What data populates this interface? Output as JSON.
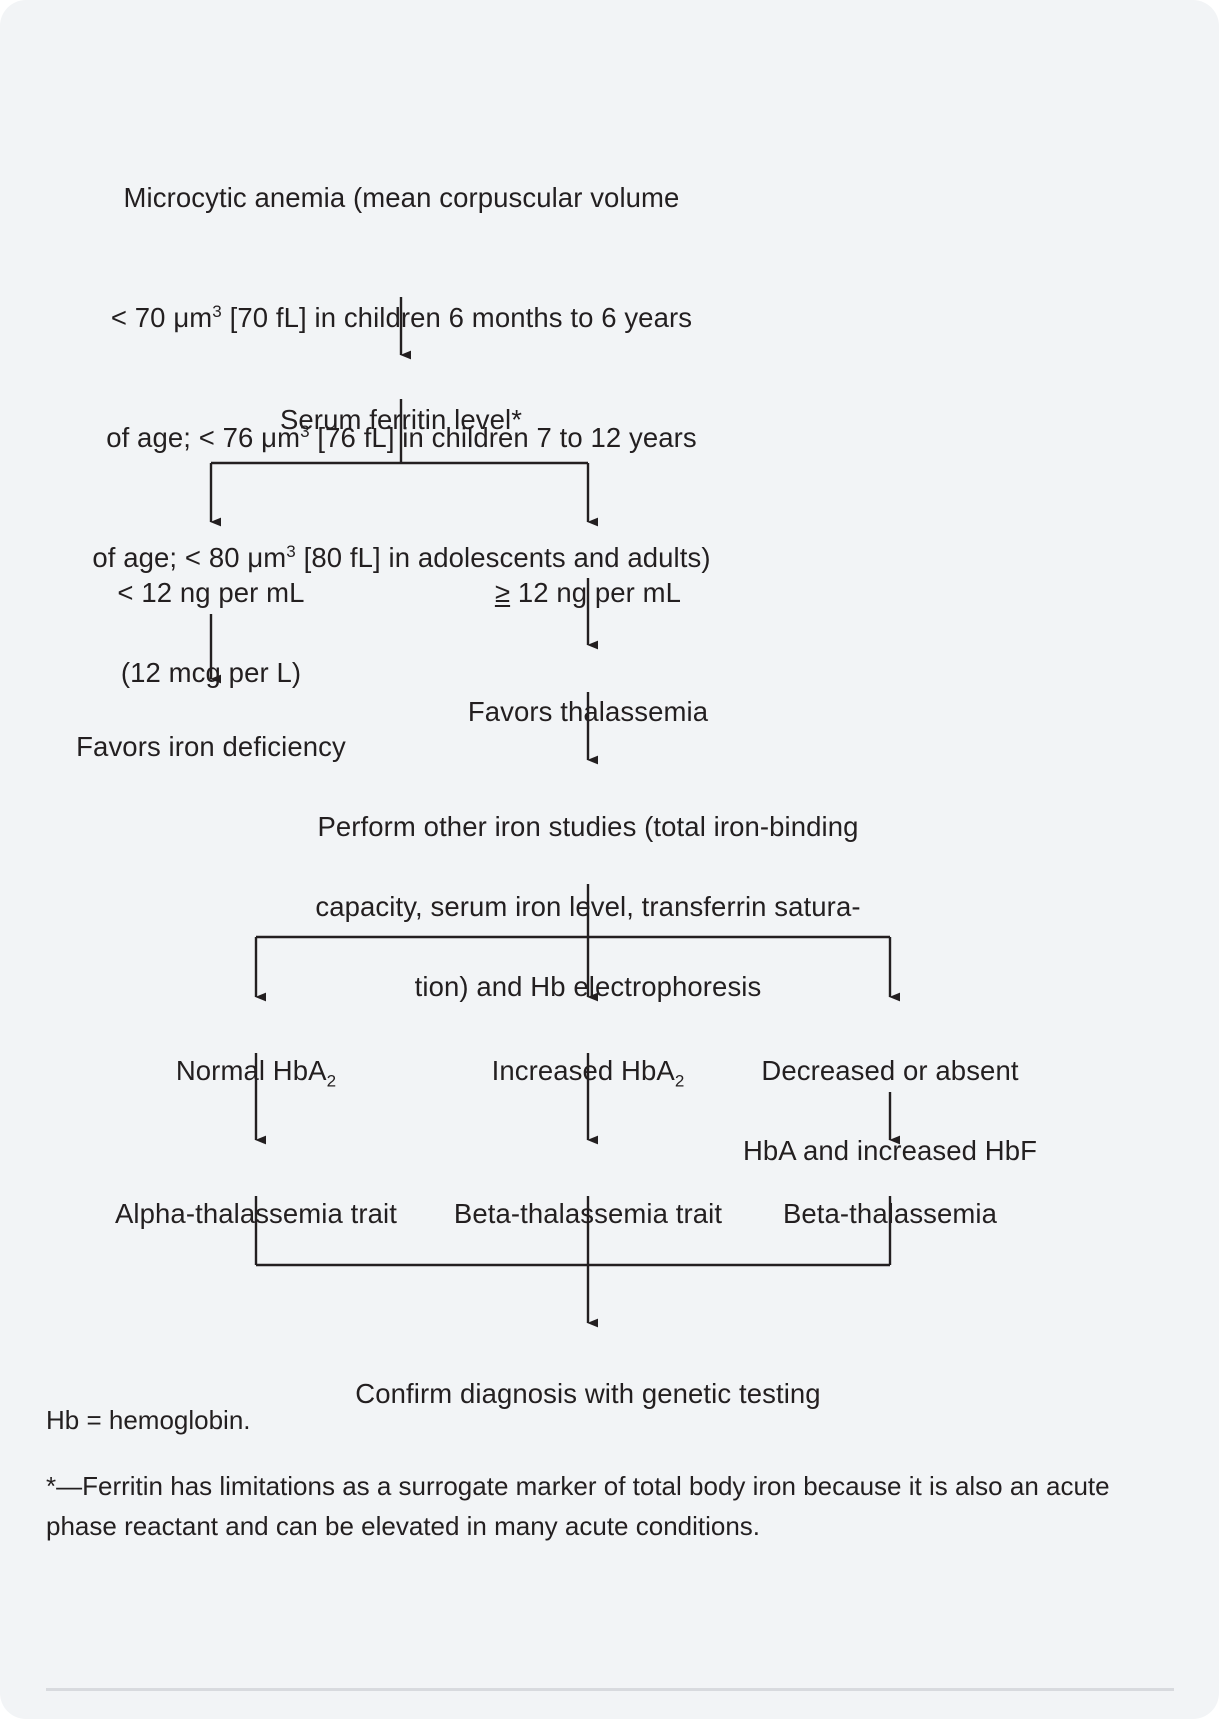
{
  "diagram": {
    "title_absent": true,
    "background_color": "#f2f4f6",
    "text_color": "#231f20",
    "line_color": "#231f20"
  },
  "nodes": {
    "start": {
      "id": "microcytic-anemia",
      "lines": [
        "Microcytic anemia (mean corpuscular volume",
        "< 70 μm³ [70 fL] in children 6 months to 6 years",
        "of age; < 76 μm³ [76 fL] in children 7 to 12 years",
        "of age; < 80 μm³ [80 fL] in adolescents and adults)"
      ]
    },
    "ferritin": {
      "id": "serum-ferritin-level",
      "lines": [
        "Serum ferritin level*"
      ]
    },
    "low_ferritin": {
      "id": "ferritin-below-12",
      "lines": [
        "< 12 ng per mL",
        "(12 mcg per L)"
      ]
    },
    "high_ferritin": {
      "id": "ferritin-at-or-above-12",
      "lines": [
        "≥ 12 ng per mL"
      ],
      "symbol": "≥",
      "rest": " 12 ng per mL"
    },
    "iron_deficiency": {
      "id": "favors-iron-deficiency",
      "lines": [
        "Favors iron deficiency"
      ]
    },
    "thalassemia": {
      "id": "favors-thalassemia",
      "lines": [
        "Favors thalassemia"
      ]
    },
    "other_studies": {
      "id": "perform-other-iron-studies",
      "lines": [
        "Perform other iron studies (total iron-binding",
        "capacity, serum iron level, transferrin satura-",
        "tion) and Hb electrophoresis"
      ]
    },
    "normal_hba2": {
      "id": "normal-hba2",
      "prefix": "Normal HbA",
      "subscript": "2",
      "suffix": ""
    },
    "increased_hba2": {
      "id": "increased-hba2",
      "prefix": "Increased HbA",
      "subscript": "2",
      "suffix": ""
    },
    "decreased_hba": {
      "id": "decreased-or-absent-hba",
      "lines": [
        "Decreased or absent",
        "HbA and increased HbF"
      ]
    },
    "alpha_trait": {
      "id": "alpha-thalassemia-trait",
      "lines": [
        "Alpha-thalassemia trait"
      ]
    },
    "beta_trait": {
      "id": "beta-thalassemia-trait",
      "lines": [
        "Beta-thalassemia trait"
      ]
    },
    "beta_thal": {
      "id": "beta-thalassemia",
      "lines": [
        "Beta-thalassemia"
      ]
    },
    "confirm": {
      "id": "confirm-diagnosis",
      "lines": [
        "Confirm diagnosis with genetic testing"
      ]
    }
  },
  "footer": {
    "abbreviation": "Hb = hemoglobin.",
    "footnote": "*—Ferritin has limitations as a surrogate marker of total body iron because it is also an acute phase reactant and can be elevated in many acute conditions."
  }
}
